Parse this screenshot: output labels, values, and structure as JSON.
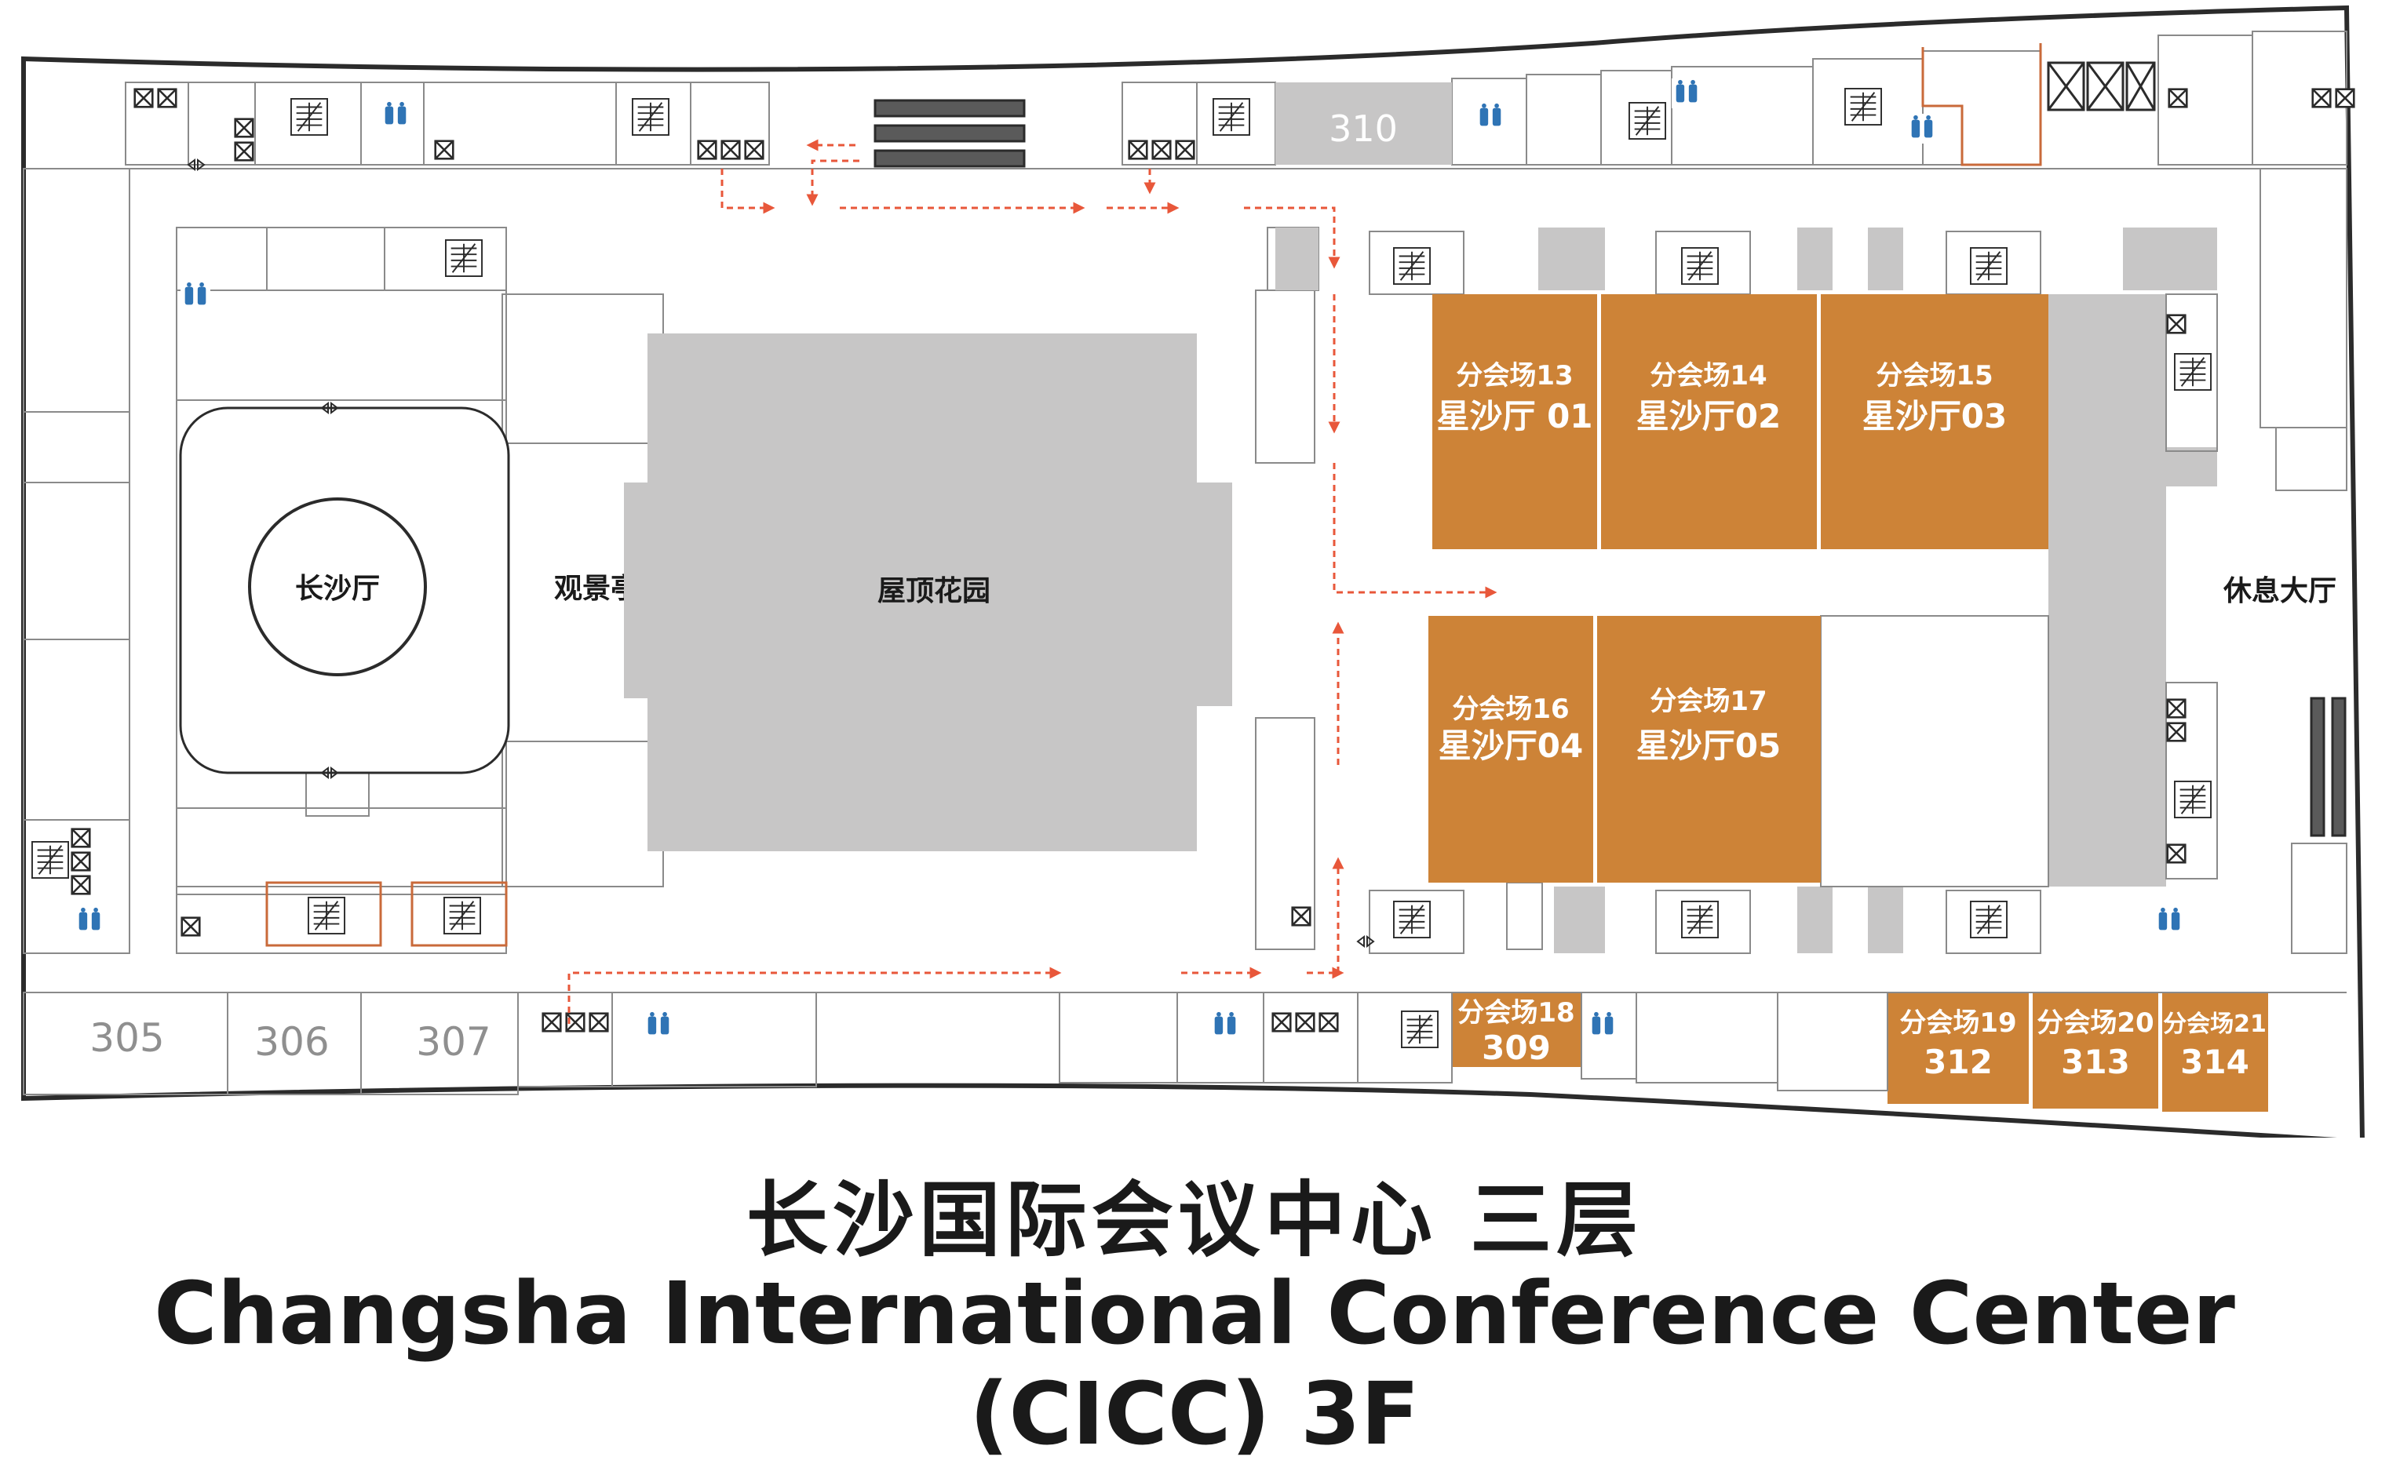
{
  "colors": {
    "wall": "#2b2b2b",
    "thin_line": "#8a8a8a",
    "gray_area": "#c7c6c6",
    "orange_room": "#cd8337",
    "orange_outline": "#c96a3a",
    "arrow": "#e8573a",
    "wc_blue": "#2f74b5",
    "gray_label": "#8f8f8f"
  },
  "rooms": {
    "r310": "310",
    "r305": "305",
    "r306": "306",
    "r307": "307",
    "changsha_hall": "长沙厅",
    "viewing_pavilion": "观景亭",
    "roof_garden": "屋顶花园",
    "lounge": "休息大厅"
  },
  "breakout": [
    {
      "line1": "分会场13",
      "line2": "星沙厅 01"
    },
    {
      "line1": "分会场14",
      "line2": "星沙厅02"
    },
    {
      "line1": "分会场15",
      "line2": "星沙厅03"
    },
    {
      "line1": "分会场16",
      "line2": "星沙厅04"
    },
    {
      "line1": "分会场17",
      "line2": "星沙厅05"
    },
    {
      "line1": "分会场18",
      "line2": "309"
    },
    {
      "line1": "分会场19",
      "line2": "312"
    },
    {
      "line1": "分会场20",
      "line2": "313"
    },
    {
      "line1": "分会场21",
      "line2": "314"
    }
  ],
  "icons": {
    "restroom": "restroom-icon",
    "stairs": "stairs-icon",
    "elevator": "elevator-icon",
    "escalator": "escalator-icon",
    "route_arrow": "route-arrow-icon"
  },
  "title_cn": "长沙国际会议中心  三层",
  "title_en": "Changsha International Conference Center (CICC)   3F"
}
